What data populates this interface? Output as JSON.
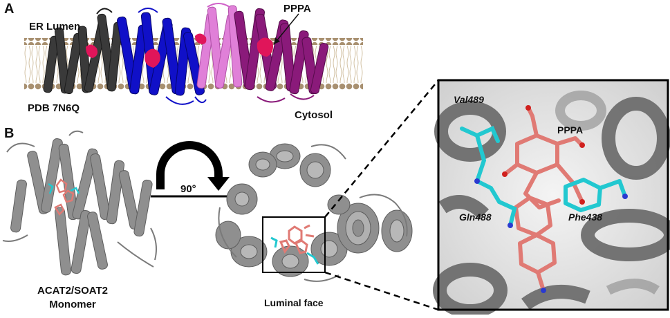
{
  "panelA": {
    "letter": "A",
    "er_lumen": "ER Lumen",
    "ligand": "PPPA",
    "pdb": "PDB 7N6Q",
    "cytosol": "Cytosol"
  },
  "panelB": {
    "letter": "B",
    "rotation": "90°",
    "monomer_line1": "ACAT2/SOAT2",
    "monomer_line2": "Monomer",
    "luminal_face": "Luminal face"
  },
  "zoom": {
    "residue1": "Val489",
    "ligand": "PPPA",
    "residue2": "Gln488",
    "residue3": "Phe438"
  },
  "colors": {
    "chain1": "#3a3a3a",
    "chain2": "#1010c8",
    "chain3": "#e080d8",
    "chain4": "#8a1a7a",
    "ligand_highlight": "#e0155a",
    "protein_grey": "#8f8f8f",
    "ligand_salmon": "#e07a74",
    "residue_cyan": "#22c8d0",
    "membrane_head": "#a89070"
  }
}
